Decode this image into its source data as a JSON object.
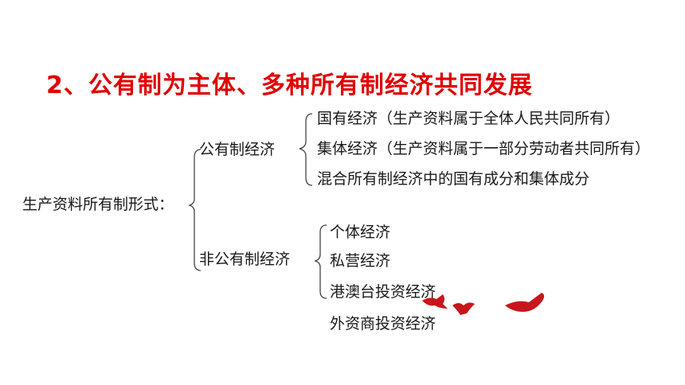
{
  "title": "2、公有制为主体、多种所有制经济共同发展",
  "root": "生产资料所有制形式：",
  "branches": [
    {
      "label": "公有制经济",
      "items": [
        "国有经济（生产资料属于全体人民共同所有）",
        "集体经济（生产资料属于一部分劳动者共同所有）",
        "混合所有制经济中的国有成分和集体成分"
      ]
    },
    {
      "label": "非公有制经济",
      "items": [
        "个体经济",
        "私营经济",
        "港澳台投资经济",
        "外资商投资经济"
      ]
    }
  ],
  "colors": {
    "title": "#e00000",
    "bird": "#c8161d"
  }
}
